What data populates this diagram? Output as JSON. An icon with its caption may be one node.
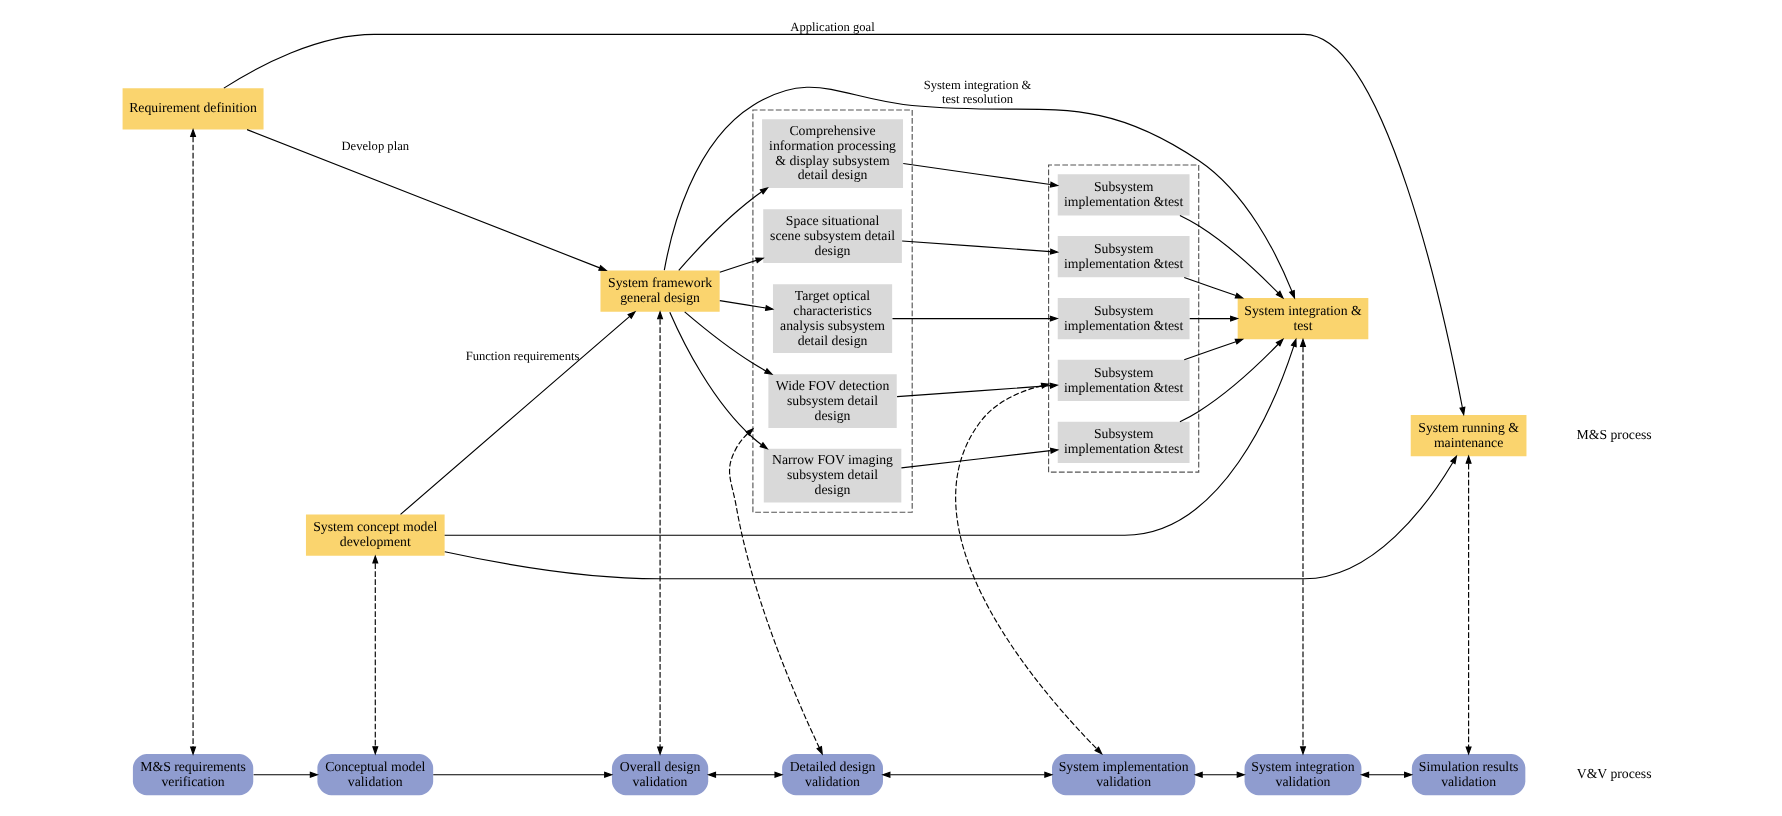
{
  "diagram": {
    "nodes": [
      {
        "text": [
          "Requirement definition"
        ]
      },
      {
        "text": [
          "System concept model development"
        ]
      },
      {
        "text": [
          "System framework general design"
        ]
      },
      {
        "text": [],
        "shape": "box"
      },
      {
        "text": [
          "Space situational scene subsystem detail design"
        ],
        "in": 3
      },
      {
        "text": [
          "Target optical characteristics analysis subsystem detail design"
        ],
        "in": 3
      },
      {
        "text": [
          "Wide FOV detection subsystem detail design"
        ],
        "in": 3
      },
      {
        "text": [
          "Narrow FOV imaging subsystem detail design"
        ],
        "in": 3
      },
      {
        "text": [
          "Comprehensive information processing & display subsystem detail design"
        ],
        "in": 3
      },
      {
        "text": [],
        "shape": "box"
      },
      {
        "text": [
          "Subsystem implementation &test"
        ],
        "in": 9
      },
      {
        "text": [
          "Subsystem implementation &test"
        ],
        "in": 9
      },
      {
        "text": [
          "Subsystem implementation &test"
        ],
        "in": 9
      },
      {
        "text": [
          "Subsystem implementation &test"
        ],
        "in": 9
      },
      {
        "text": [
          "Subsystem implementation &test"
        ],
        "in": 9
      },
      {
        "text": [
          "System integration & test"
        ]
      },
      {
        "text": [
          "System running & maintenance"
        ]
      },
      {
        "text": [
          "M&S requirements verification"
        ]
      },
      {
        "text": [
          "Conceptual model validation"
        ]
      },
      {
        "text": [
          "Overall design validation"
        ]
      },
      {
        "text": [
          "Detailed design validation"
        ]
      },
      {
        "text": [
          "System implementation validation"
        ]
      },
      {
        "text": [
          "System integration validation"
        ]
      },
      {
        "text": [
          "Simulation results validation"
        ]
      }
    ],
    "edges": [
      {
        "from": 0,
        "to": 16,
        "arrow": "to",
        "label": "Application goal"
      },
      {
        "from": 1,
        "to": 16,
        "arrow": "to"
      },
      {
        "from": 1,
        "to": 15,
        "arrow": "to"
      },
      {
        "from": 1,
        "to": 2,
        "arrow": "to",
        "label": "Function requirements"
      },
      {
        "from": 0,
        "to": 2,
        "arrow": "to",
        "label": "Develop plan"
      },
      {
        "from": 2,
        "to": 4,
        "arrow": "to"
      },
      {
        "from": 2,
        "to": 5,
        "arrow": "to"
      },
      {
        "from": 2,
        "to": 6,
        "arrow": "to"
      },
      {
        "from": 2,
        "to": 7,
        "arrow": "to"
      },
      {
        "from": 2,
        "to": 8,
        "arrow": "to"
      },
      {
        "from": 4,
        "to": 10,
        "arrow": "to"
      },
      {
        "from": 5,
        "to": 11,
        "arrow": "to"
      },
      {
        "from": 6,
        "to": 12,
        "arrow": "to"
      },
      {
        "from": 7,
        "to": 13,
        "arrow": "to"
      },
      {
        "from": 8,
        "to": 14,
        "arrow": "to"
      },
      {
        "from": 10,
        "to": 15,
        "arrow": "to"
      },
      {
        "from": 11,
        "to": 15,
        "arrow": "to"
      },
      {
        "from": 12,
        "to": 15,
        "arrow": "to"
      },
      {
        "from": 13,
        "to": 15,
        "arrow": "to"
      },
      {
        "from": 14,
        "to": 15,
        "arrow": "to"
      },
      {
        "from": 2,
        "to": 15,
        "arrow": "to",
        "label": "System integration & test resolution"
      },
      {
        "from": 0,
        "to": 17,
        "arrow": "both",
        "style": "dashed"
      },
      {
        "from": 1,
        "to": 18,
        "arrow": "both",
        "style": "dashed"
      },
      {
        "from": 2,
        "to": 19,
        "arrow": "both",
        "style": "dashed"
      },
      {
        "from": 3,
        "to": 20,
        "arrow": "both",
        "style": "dashed"
      },
      {
        "from": 9,
        "to": 21,
        "arrow": "both",
        "style": "dashed"
      },
      {
        "from": 15,
        "to": 22,
        "arrow": "both",
        "style": "dashed"
      },
      {
        "from": 16,
        "to": 23,
        "arrow": "both",
        "style": "dashed"
      },
      {
        "from": 17,
        "to": 18,
        "arrow": "to"
      },
      {
        "from": 18,
        "to": 19,
        "arrow": "to"
      },
      {
        "from": 19,
        "to": 20,
        "arrow": "both"
      },
      {
        "from": 20,
        "to": 21,
        "arrow": "both"
      },
      {
        "from": 21,
        "to": 22,
        "arrow": "both"
      },
      {
        "from": 22,
        "to": 23,
        "arrow": "both"
      }
    ],
    "labels": [
      "M&S process",
      "V&V process"
    ]
  }
}
